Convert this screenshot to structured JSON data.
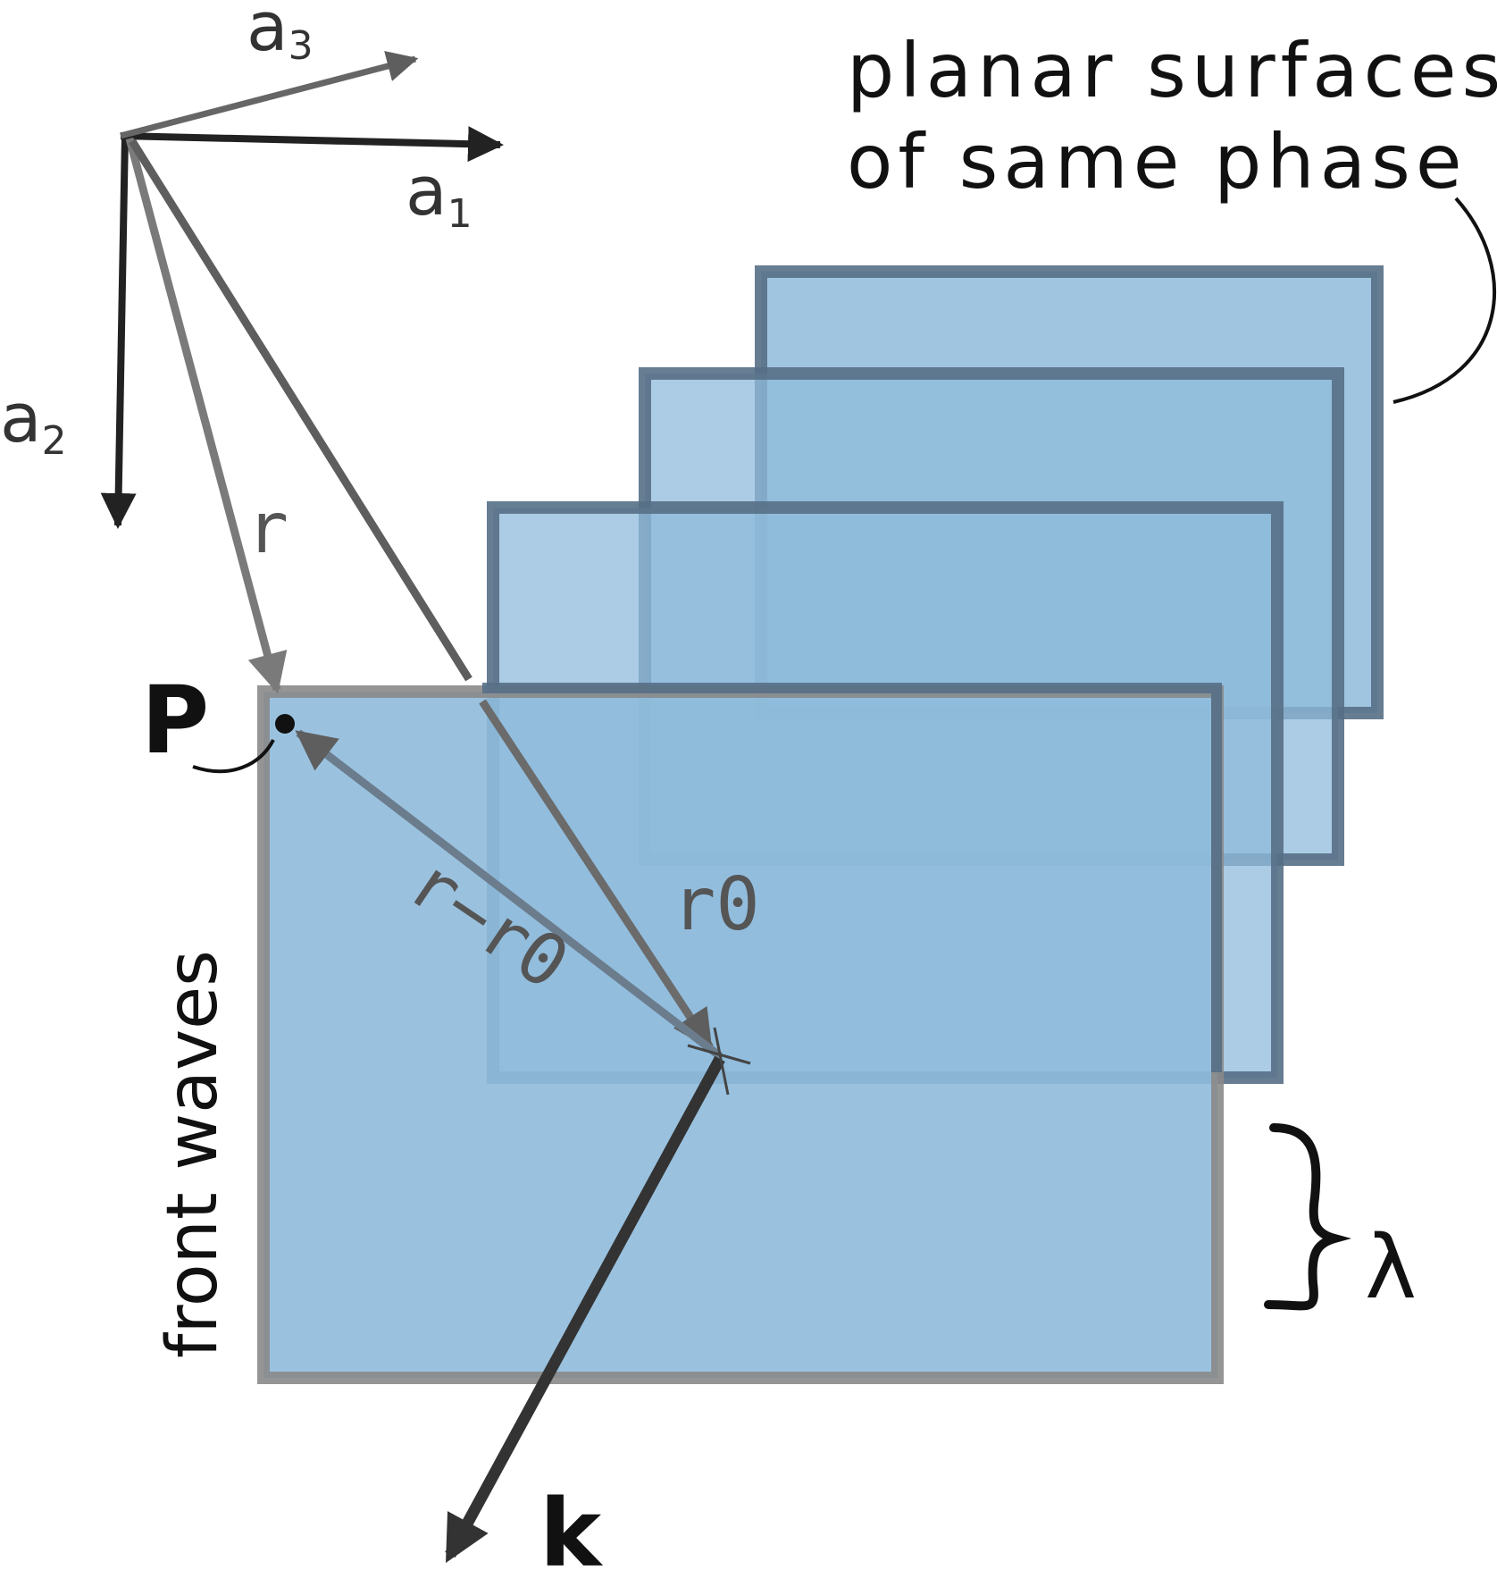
{
  "labels": {
    "a1": "a",
    "a1_sub": "1",
    "a2": "a",
    "a2_sub": "2",
    "a3": "a",
    "a3_sub": "3",
    "r": "r",
    "r0": "r0",
    "r_minus_r0": "r−r0",
    "point": "P",
    "k": "k",
    "lambda": "λ",
    "front_waves": "front waves",
    "planar_line1": "planar surfaces",
    "planar_line2": "of same phase"
  },
  "colors": {
    "plane_fill": "#8fbbdb",
    "plane_edge": "#566f86",
    "front_edge": "#8a8a8a",
    "axis_dark": "#222222",
    "vector_gray": "#7a7a7a",
    "vector_mid": "#5e5e5e"
  }
}
